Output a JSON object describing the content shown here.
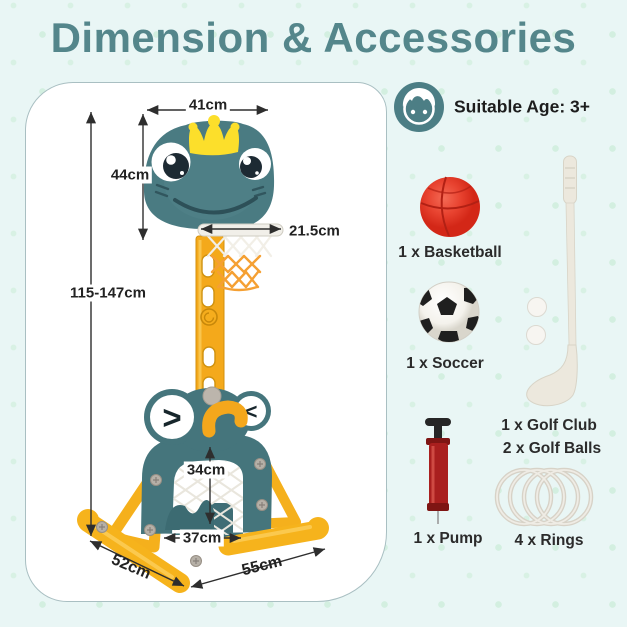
{
  "title": "Dimension & Accessories",
  "age": {
    "label": "Suitable Age: 3+"
  },
  "dimensions": {
    "backboard_width": "41cm",
    "backboard_height": "44cm",
    "rim_diameter": "21.5cm",
    "adjustable_height": "115-147cm",
    "goal_height": "34cm",
    "goal_width": "37cm",
    "base_depth": "52cm",
    "base_width": "55cm"
  },
  "accessories": [
    {
      "label": "1 x Basketball"
    },
    {
      "label": "1 x Soccer"
    },
    {
      "label": "1 x Golf Club"
    },
    {
      "label": "2 x Golf Balls"
    },
    {
      "label": "1 x Pump"
    },
    {
      "label": "4 x Rings"
    }
  ],
  "frog": {
    "left_eye_glyph": ">",
    "right_eye_glyph": "<"
  },
  "colors": {
    "background": "#e9f6f5",
    "dots": "#d3efe0",
    "title_teal": "#54868b",
    "frog_teal": "#4a7b82",
    "pole_yellow": "#f4a91b",
    "feet_yellow": "#f6b31c",
    "crown_yellow": "#fcdf2b",
    "net_orange": "#f5a033",
    "basketball_red": "#e23a29",
    "pump_red": "#a91f1e",
    "dimension_text": "#222222"
  }
}
